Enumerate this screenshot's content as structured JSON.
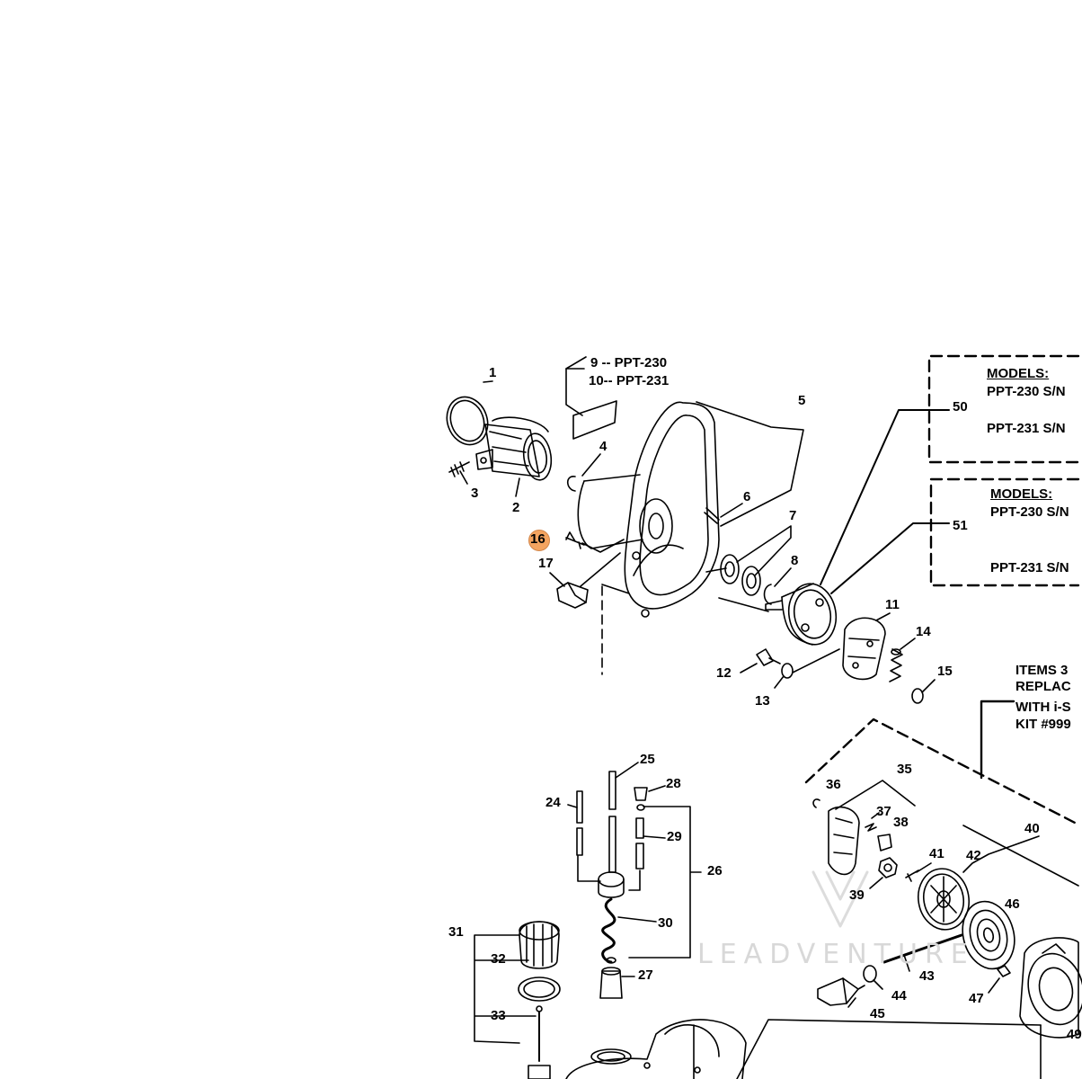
{
  "callouts": [
    {
      "id": "c1",
      "text": "1"
    },
    {
      "id": "c2",
      "text": "2"
    },
    {
      "id": "c3",
      "text": "3"
    },
    {
      "id": "c4",
      "text": "4"
    },
    {
      "id": "c5",
      "text": "5"
    },
    {
      "id": "c6",
      "text": "6"
    },
    {
      "id": "c7",
      "text": "7"
    },
    {
      "id": "c8",
      "text": "8"
    },
    {
      "id": "c11",
      "text": "11"
    },
    {
      "id": "c12",
      "text": "12"
    },
    {
      "id": "c13",
      "text": "13"
    },
    {
      "id": "c14",
      "text": "14"
    },
    {
      "id": "c15",
      "text": "15"
    },
    {
      "id": "c16",
      "text": "16",
      "highlight": true
    },
    {
      "id": "c17",
      "text": "17"
    },
    {
      "id": "c24",
      "text": "24"
    },
    {
      "id": "c25",
      "text": "25"
    },
    {
      "id": "c26",
      "text": "26"
    },
    {
      "id": "c27",
      "text": "27"
    },
    {
      "id": "c28",
      "text": "28"
    },
    {
      "id": "c29",
      "text": "29"
    },
    {
      "id": "c30",
      "text": "30"
    },
    {
      "id": "c31",
      "text": "31"
    },
    {
      "id": "c32",
      "text": "32"
    },
    {
      "id": "c33",
      "text": "33"
    },
    {
      "id": "c35",
      "text": "35"
    },
    {
      "id": "c36",
      "text": "36"
    },
    {
      "id": "c37",
      "text": "37"
    },
    {
      "id": "c38",
      "text": "38"
    },
    {
      "id": "c39",
      "text": "39"
    },
    {
      "id": "c40",
      "text": "40"
    },
    {
      "id": "c41",
      "text": "41"
    },
    {
      "id": "c42",
      "text": "42"
    },
    {
      "id": "c43",
      "text": "43"
    },
    {
      "id": "c44",
      "text": "44"
    },
    {
      "id": "c45",
      "text": "45"
    },
    {
      "id": "c46",
      "text": "46"
    },
    {
      "id": "c47",
      "text": "47"
    },
    {
      "id": "c49",
      "text": "49"
    },
    {
      "id": "c50",
      "text": "50"
    },
    {
      "id": "c51",
      "text": "51"
    }
  ],
  "part_variants": {
    "line9": "9 -- PPT-230",
    "line10": "10-- PPT-231"
  },
  "box50": {
    "heading": "MODELS:",
    "line1": "PPT-230  S/N",
    "line2": "PPT-231  S/N"
  },
  "box51": {
    "heading": "MODELS:",
    "line1": "PPT-230 S/N",
    "line2": "PPT-231 S/N"
  },
  "items_note": {
    "line1": "ITEMS 3",
    "line2": "REPLAC",
    "line3": "WITH i-S",
    "line4": "KIT #999"
  },
  "watermark": "LEADVENTURE",
  "colors": {
    "highlight": "#f4a460",
    "ink": "#000000",
    "watermark": "#d8d8d8"
  }
}
